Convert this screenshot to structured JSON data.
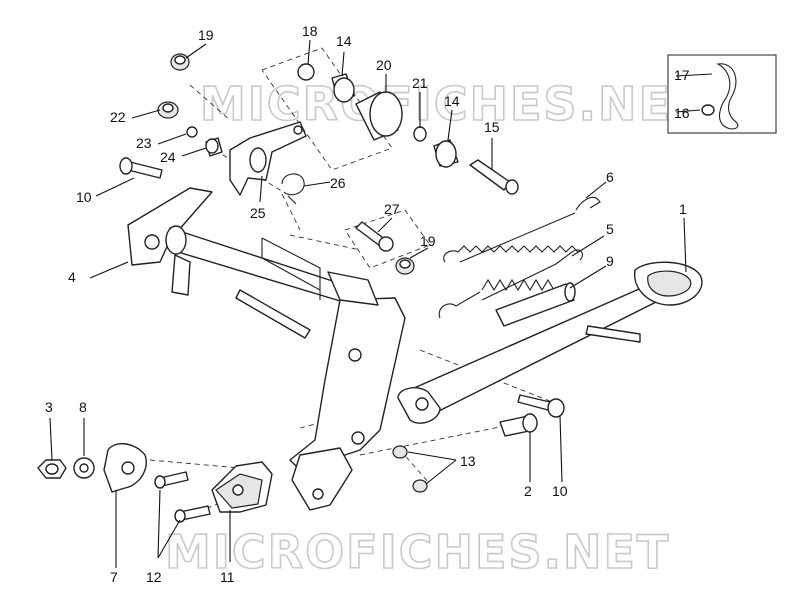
{
  "watermark": "MICROFICHES.NET",
  "callouts": {
    "c1": "1",
    "c2": "2",
    "c3": "3",
    "c4": "4",
    "c5": "5",
    "c6": "6",
    "c7": "7",
    "c8": "8",
    "c9": "9",
    "c10a": "10",
    "c10b": "10",
    "c11": "11",
    "c12": "12",
    "c13": "13",
    "c14a": "14",
    "c14b": "14",
    "c15": "15",
    "c16": "16",
    "c17": "17",
    "c18": "18",
    "c19a": "19",
    "c19b": "19",
    "c20": "20",
    "c21": "21",
    "c22": "22",
    "c23": "23",
    "c24": "24",
    "c25": "25",
    "c26": "26",
    "c27": "27"
  }
}
